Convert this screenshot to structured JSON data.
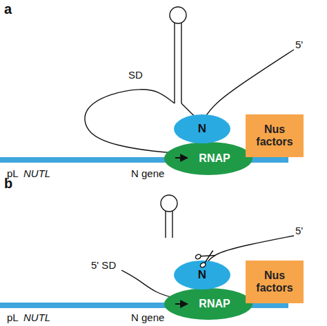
{
  "diagram": {
    "nodes": [
      {
        "text": [
          "N"
        ]
      },
      {
        "text": [
          "RNAP"
        ]
      },
      {
        "text": [
          "Nus factors"
        ]
      },
      {
        "text": [
          "N"
        ]
      },
      {
        "text": [
          "RNAP"
        ]
      },
      {
        "text": [
          "Nus factors"
        ]
      }
    ],
    "labels": [
      "a",
      "5'",
      "SD",
      "pL",
      "NUTL",
      "N gene",
      "b",
      "5' SD",
      "5'",
      "pL",
      "NUTL",
      "N gene"
    ]
  }
}
